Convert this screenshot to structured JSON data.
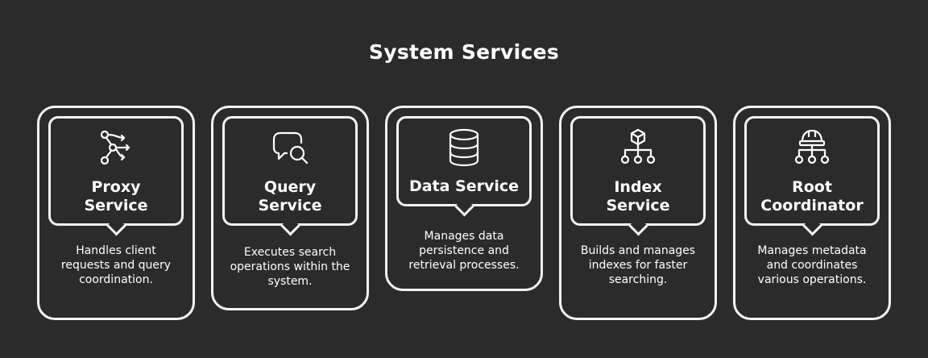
{
  "diagram": {
    "title": "System Services",
    "services": [
      {
        "name_line1": "Proxy",
        "name_line2": "Service",
        "icon": "network-branch-icon",
        "description": "Handles client requests and query coordination."
      },
      {
        "name_line1": "Query",
        "name_line2": "Service",
        "icon": "chat-search-icon",
        "description": "Executes search operations within the system."
      },
      {
        "name_line1": "Data Service",
        "name_line2": "",
        "icon": "database-icon",
        "description": "Manages data persistence and retrieval processes."
      },
      {
        "name_line1": "Index",
        "name_line2": "Service",
        "icon": "hierarchy-box-icon",
        "description": "Builds and manages indexes for faster searching."
      },
      {
        "name_line1": "Root",
        "name_line2": "Coordinator",
        "icon": "helmet-hierarchy-icon",
        "description": "Manages metadata and coordinates various operations."
      }
    ]
  }
}
